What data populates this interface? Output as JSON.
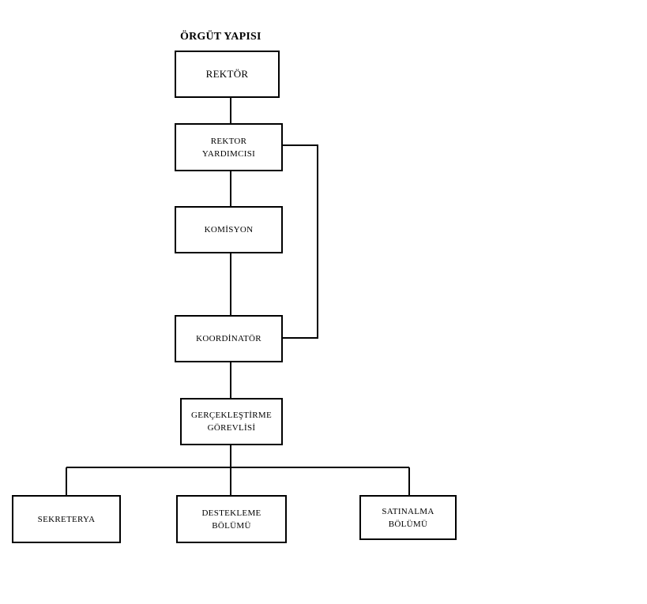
{
  "diagram": {
    "title": "ÖRGÜT YAPISI",
    "nodes": {
      "rektor": "REKTÖR",
      "rektor_yardimcisi": "REKTOR\nYARDIMCISI",
      "komisyon": "KOMİSYON",
      "koordinator": "KOORDİNATÖR",
      "gerceklestirme": "GERÇEKLEŞTİRME\nGÖREVLİSİ",
      "sekreterya": "SEKRETERYA",
      "destekleme": "DESTEKLEME\nBÖLÜMÜ",
      "satinalma": "SATINALMA\nBÖLÜMÜ"
    },
    "edges": [
      [
        "rektor",
        "rektor_yardimcisi"
      ],
      [
        "rektor_yardimcisi",
        "komisyon"
      ],
      [
        "komisyon",
        "koordinator"
      ],
      [
        "rektor_yardimcisi",
        "koordinator"
      ],
      [
        "koordinator",
        "gerceklestirme"
      ],
      [
        "gerceklestirme",
        "sekreterya"
      ],
      [
        "gerceklestirme",
        "destekleme"
      ],
      [
        "gerceklestirme",
        "satinalma"
      ]
    ]
  }
}
